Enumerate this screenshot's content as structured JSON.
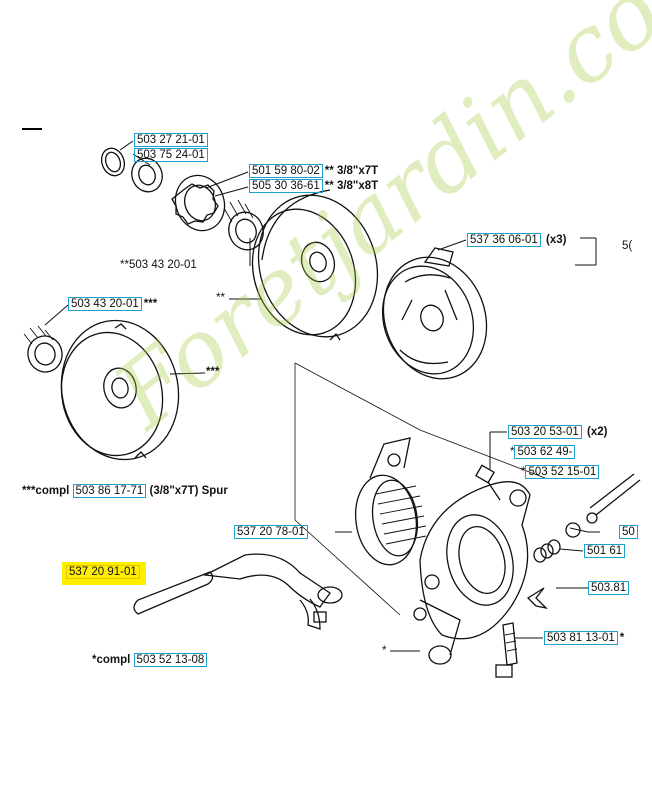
{
  "watermark": "Foretjardin.com",
  "labels": {
    "l1": {
      "pn": "503 27 21-01",
      "suffix": ""
    },
    "l2": {
      "pn": "503 75 24-01",
      "suffix": ""
    },
    "l3": {
      "pn": "501 59 80-02",
      "suffix": "** 3/8\"x7T"
    },
    "l4": {
      "pn": "505 30 36-61",
      "suffix": "** 3/8\"x8T"
    },
    "l5": {
      "prefix": "**503 43 20-01"
    },
    "l6": {
      "pn": "537 36 06-01",
      "suffix": "(x3)"
    },
    "l7": {
      "pn": "503 43 20-01",
      "suffix": "***"
    },
    "l8": {
      "text": "**"
    },
    "l9": {
      "text": "***"
    },
    "l10": {
      "prefix": "***compl",
      "pn": "503 86 17-71",
      "suffix": "(3/8\"x7T) Spur"
    },
    "l11": {
      "pn": "503 20 53-01",
      "suffix": "(x2)"
    },
    "l12": {
      "prefix": "*",
      "pn": "503 62 49-"
    },
    "l13": {
      "prefix": "*",
      "pn": "503 52 15-01"
    },
    "l14": {
      "pn": "537 20 78-01",
      "suffix": ""
    },
    "l15": {
      "pn": "50",
      "suffix": ""
    },
    "l16": {
      "pn": "501 61",
      "suffix": ""
    },
    "l17": {
      "pn": "537 20 91-01",
      "suffix": ""
    },
    "l18": {
      "pn": "503.81",
      "suffix": ""
    },
    "l19": {
      "pn": "503 81 13-01",
      "suffix": "*"
    },
    "l20": {
      "prefix": "*compl",
      "pn": "503 52 13-08"
    },
    "l21": {
      "text": "*"
    },
    "l22": {
      "pn": "5("
    }
  }
}
